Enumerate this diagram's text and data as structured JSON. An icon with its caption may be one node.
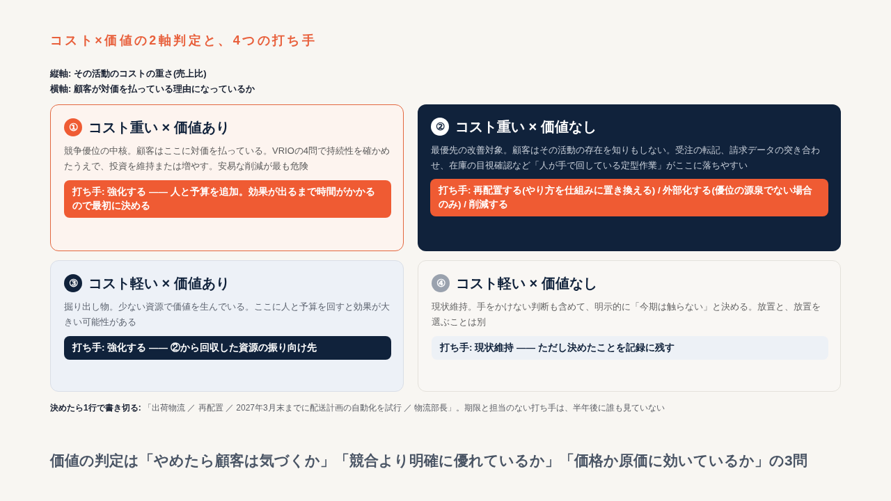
{
  "diagram": {
    "title": "コスト×価値の2軸判定と、4つの打ち手",
    "caption": "価値の判定は「やめたら顧客は気づくか」「競合より明確に優れているか」「価格か原価に効いているか」の3問",
    "nodes": [
      {
        "text": [
          "コスト重い × 価値あり",
          "競争優位の中核。顧客はここに対価を払っている。VRIOの4問で持続性を確かめたうえで、投資を維持または増やす。安易な削減が最も危険"
        ]
      },
      {
        "text": [
          "①"
        ],
        "in": 0
      },
      {
        "text": [
          "打ち手: 強化する —— 人と予算を追加。効果が出るまで時間がかかるので最初に決める"
        ],
        "in": 0
      },
      {
        "text": [
          "コスト重い × 価値なし",
          "最優先の改善対象。顧客はその活動の存在を知りもしない。受注の転記、請求データの突き合わせ、在庫の目視確認など「人が手で回している定型作業」がここに落ちやすい"
        ]
      },
      {
        "text": [
          "②"
        ],
        "in": 3
      },
      {
        "text": [
          "打ち手: 再配置する(やり方を仕組みに置き換える) / 外部化する(優位の源泉でない場合のみ) / 削減する"
        ],
        "in": 3
      },
      {
        "text": [
          "コスト軽い × 価値あり",
          "掘り出し物。少ない資源で価値を生んでいる。ここに人と予算を回すと効果が大きい可能性がある"
        ]
      },
      {
        "text": [
          "③"
        ],
        "in": 6
      },
      {
        "text": [
          "打ち手: 強化する —— ②から回収した資源の振り向け先"
        ],
        "in": 6
      },
      {
        "text": [
          "コスト軽い × 価値なし",
          "現状維持。手をかけない判断も含めて、明示的に「今期は触らない」と決める。放置と、放置を選ぶことは別"
        ]
      },
      {
        "text": [
          "④"
        ],
        "in": 9
      },
      {
        "text": [
          "打ち手: 現状維持 —— ただし決めたことを記録に残す"
        ],
        "in": 9
      }
    ],
    "labels": [
      "縦軸: その活動のコストの重さ(売上比)",
      "横軸: 顧客が対価を払っている理由になっているか",
      "**決めたら1行で書き切る:** 「出荷物流 ／ 再配置 ／ 2027年3月末までに配送計画の自動化を試行 ／ 物流部長」。期限と担当のない打ち手は、半年後に誰も見ていない"
    ]
  }
}
